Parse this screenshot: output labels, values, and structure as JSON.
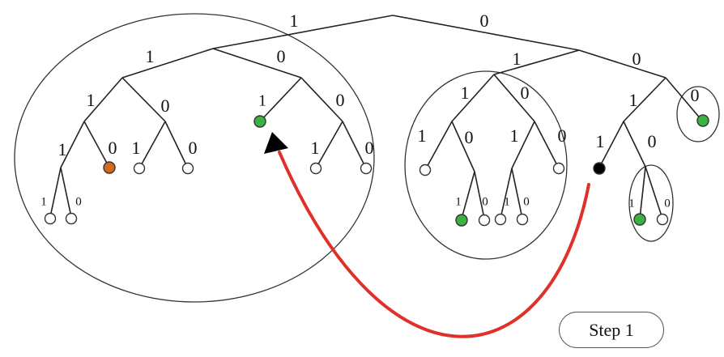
{
  "colors": {
    "line": "#222222",
    "leaf_empty": "#ffffff",
    "leaf_green": "#3cb043",
    "leaf_orange": "#d2691e",
    "leaf_black": "#000000",
    "arrow": "#e0302a"
  },
  "labels": {
    "one": "1",
    "zero": "0"
  },
  "step_badge": {
    "text": "Step 1"
  }
}
